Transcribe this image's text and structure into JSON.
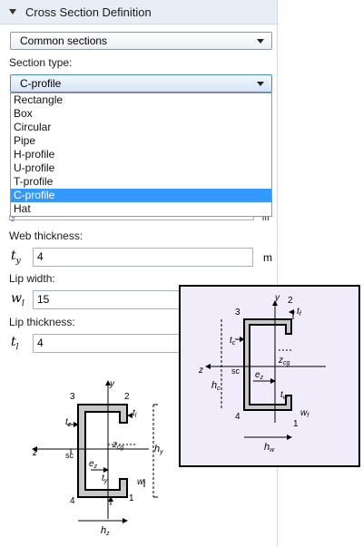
{
  "header": {
    "title": "Cross Section Definition"
  },
  "common_sections": {
    "value": "Common sections"
  },
  "section_type": {
    "label": "Section type:",
    "value": "C-profile",
    "options": [
      "Rectangle",
      "Box",
      "Circular",
      "Pipe",
      "H-profile",
      "U-profile",
      "T-profile",
      "C-profile",
      "Hat"
    ],
    "selected_index": 7
  },
  "fields": {
    "web_thickness": {
      "label": "Web thickness:",
      "symbol": "t",
      "subscript": "y",
      "value": "4",
      "unit": "m"
    },
    "lip_width": {
      "label": "Lip width:",
      "symbol": "w",
      "subscript": "l",
      "value": "15"
    },
    "lip_thickness": {
      "label": "Lip thickness:",
      "symbol": "t",
      "subscript": "l",
      "value": "4"
    }
  },
  "diagram_labels": {
    "p1": "1",
    "p2": "2",
    "p3": "3",
    "p4": "4",
    "y": "y",
    "z": "z",
    "sc": "sc",
    "tz": "t",
    "tz_sub": "z",
    "tl": "t",
    "tl_sub": "l",
    "ty": "t",
    "ty_sub": "y",
    "zcg": "z",
    "zcg_sub": "cg",
    "ez": "e",
    "ez_sub": "z",
    "hy": "h",
    "hy_sub": "y",
    "wl": "w",
    "wl_sub": "l",
    "hz": "h",
    "hz_sub": "z"
  },
  "popup_labels": {
    "p1": "1",
    "p2": "2",
    "p3": "3",
    "p4": "4",
    "y": "y",
    "z": "z",
    "sc": "sc",
    "tc": "t",
    "tc_sub": "c",
    "tf": "t",
    "tf_sub": "f",
    "tw": "t",
    "tw_sub": "w",
    "zcg": "z",
    "zcg_sub": "cg",
    "ez": "e",
    "ez_sub": "z",
    "hc": "h",
    "hc_sub": "c",
    "wf": "w",
    "wf_sub": "f",
    "hw": "h",
    "hw_sub": "w"
  }
}
